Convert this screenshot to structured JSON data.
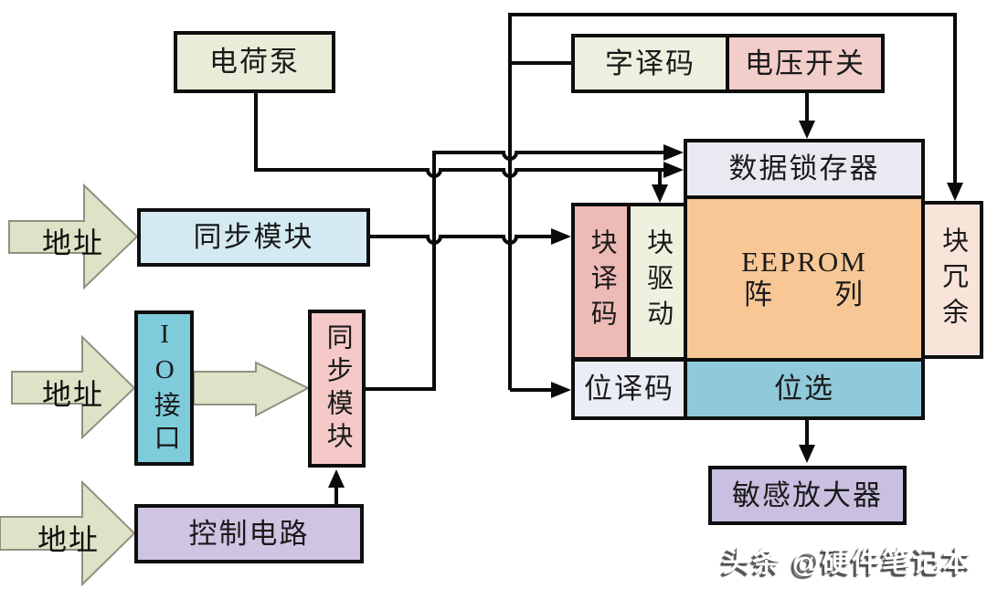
{
  "diagram": {
    "blocks": {
      "charge_pump": {
        "label": "电荷泵"
      },
      "word_decoder": {
        "label": "字译码"
      },
      "voltage_switch": {
        "label": "电压开关"
      },
      "data_latch": {
        "label": "数据锁存器"
      },
      "sync_module_h": {
        "label": "同步模块"
      },
      "block_decoder": {
        "label": "块译码"
      },
      "block_driver": {
        "label": "块驱动"
      },
      "eeprom_array": {
        "label_line1": "EEPROM",
        "label_line2": "阵　　列"
      },
      "block_redundancy": {
        "label": "块冗余"
      },
      "bit_decoder": {
        "label": "位译码"
      },
      "bit_select": {
        "label": "位选"
      },
      "sense_amplifier": {
        "label": "敏感放大器"
      },
      "io_interface": {
        "label": "IO接口"
      },
      "sync_module_v": {
        "label": "同步模块"
      },
      "control_circuit": {
        "label": "控制电路"
      }
    },
    "inputs": [
      {
        "label": "地址"
      },
      {
        "label": "地址"
      },
      {
        "label": "地址"
      }
    ],
    "watermark": "头条 @硬件笔记本",
    "colors": {
      "line": "#0b0b0b",
      "charge_pump": "#e9ecd8",
      "word_decoder": "#edefdf",
      "voltage_switch": "#f2cecb",
      "data_latch": "#eae9f2",
      "sync_module_h": "#d4eaf2",
      "block_decoder": "#eebab6",
      "block_driver": "#edf1dd",
      "eeprom_array": "#f7c795",
      "block_redundancy": "#f9e4da",
      "bit_decoder": "#ebedf6",
      "bit_select": "#8fc9da",
      "sense_amplifier": "#c9bfe0",
      "io_interface": "#7ecbdc",
      "sync_module_v": "#f4c9c7",
      "control_circuit": "#cfc4e2",
      "address_arrow_fill": "#dfe2c6",
      "address_arrow_stroke": "#8f9180"
    }
  }
}
